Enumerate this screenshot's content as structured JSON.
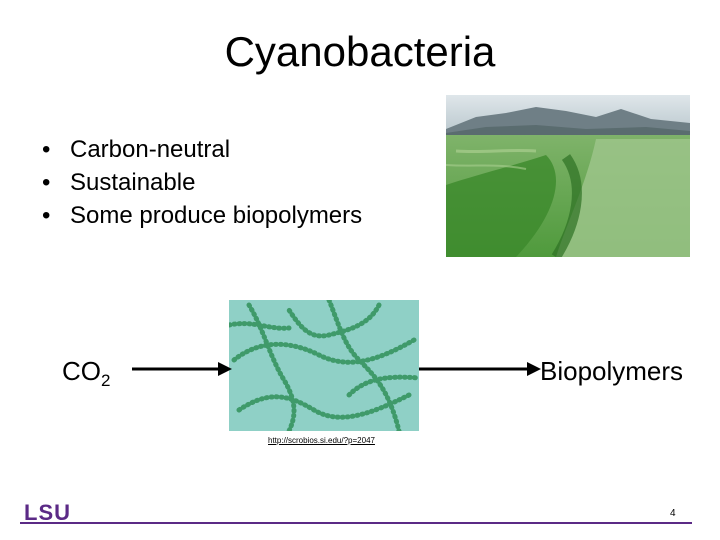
{
  "slide": {
    "title": "Cyanobacteria",
    "bullets": [
      "Carbon-neutral",
      "Sustainable",
      "Some produce biopolymers"
    ],
    "bullet_marker": "•",
    "co2": {
      "base": "CO",
      "sub": "2"
    },
    "product": "Biopolymers",
    "source_link": "http://scrobios.si.edu/?p=2047",
    "page_number": "4",
    "logo_text": "LSU"
  },
  "colors": {
    "footer_line": "#5b2a86",
    "logo": "#5b2a86"
  }
}
